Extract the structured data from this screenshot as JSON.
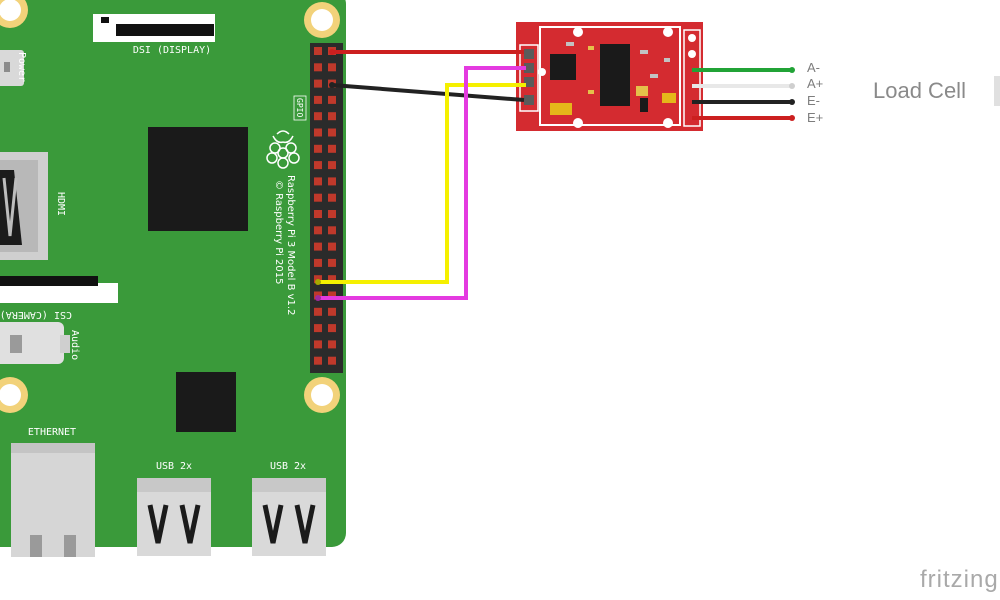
{
  "board": {
    "dsi_label": "DSI (DISPLAY)",
    "csi_label": "CSI (CAMERA)",
    "power_label": "Power",
    "hdmi_label": "HDMI",
    "audio_label": "Audio",
    "ethernet_label": "ETHERNET",
    "usb_label_1": "USB 2x",
    "usb_label_2": "USB 2x",
    "gpio_label": "GPIO",
    "model_line": "Raspberry Pi 3 Model B v1.2",
    "copyright_line": "© Raspberry Pi 2015",
    "board_color": "#3a9a3a",
    "board_edge_color": "#2e8b2e"
  },
  "module": {
    "board_color": "#d42b30"
  },
  "wire_labels": [
    "A-",
    "A+",
    "E-",
    "E+"
  ],
  "load_cell_label": "Load Cell",
  "fritzing_label": "fritzing",
  "wires": [
    {
      "name": "red",
      "color": "#cc1f1f"
    },
    {
      "name": "black",
      "color": "#222222"
    },
    {
      "name": "yellow",
      "color": "#f5f000"
    },
    {
      "name": "magenta",
      "color": "#e43ae0"
    },
    {
      "name": "green",
      "color": "#21a336"
    },
    {
      "name": "white",
      "color": "#e8e8e8"
    }
  ]
}
